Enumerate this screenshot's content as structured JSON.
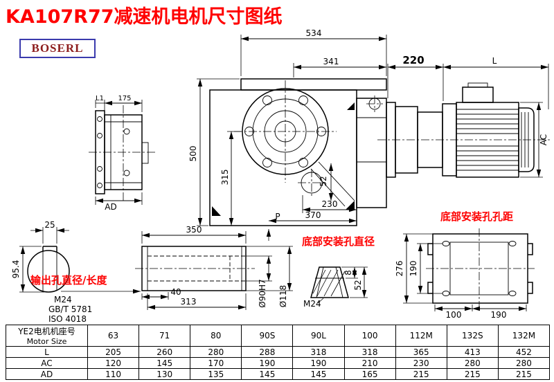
{
  "page": {
    "title": "KA107R77减速机电机尺寸图纸",
    "brand": "BOSERL"
  },
  "annotations": {
    "output_hole": "输出孔直径/长度",
    "bottom_hole_diameter": "底部安装孔直径",
    "bottom_hole_pitch": "底部安装孔孔距"
  },
  "dimensions": {
    "top_width": "534",
    "inner_width": "341",
    "motor_flange_offset": "220",
    "motor_length": "L",
    "total_height": "500",
    "center_height": "315",
    "shaft_offset": "52",
    "base_width_inner": "230",
    "base_width": "370",
    "p_mark": "P",
    "motor_diameter": "AC",
    "side_l1": "L1",
    "side_width": "175",
    "side_ad": "AD",
    "key_width": "25",
    "bore_key_height": "95.4",
    "shaft_length": "350",
    "shaft_step": "40",
    "shaft_bore_depth": "313",
    "end_thread": "M24",
    "thread_std_gb": "GB/T 5781",
    "thread_std_iso": "ISO 4018",
    "bore_diameter": "Ø90H7",
    "shaft_outer_diameter": "Ø118",
    "hole_depth_8": "8",
    "hole_depth_52": "52",
    "hole_thread": "M24",
    "base_length": "276",
    "hole_pitch_v": "190",
    "hole_pitch_100": "100",
    "hole_pitch_190": "190"
  },
  "table": {
    "header_cn": "YE2电机机座号",
    "header_en": "Motor Size",
    "columns": [
      "63",
      "71",
      "80",
      "90S",
      "90L",
      "100",
      "112M",
      "132S",
      "132M"
    ],
    "rows": [
      {
        "label": "L",
        "values": [
          "205",
          "260",
          "280",
          "288",
          "318",
          "318",
          "365",
          "413",
          "452"
        ]
      },
      {
        "label": "AC",
        "values": [
          "120",
          "145",
          "170",
          "190",
          "190",
          "210",
          "230",
          "280",
          "280"
        ]
      },
      {
        "label": "AD",
        "values": [
          "110",
          "130",
          "135",
          "145",
          "145",
          "165",
          "215",
          "215",
          "215"
        ]
      }
    ]
  },
  "colors": {
    "accent_red": "#ff0000",
    "brand_text": "#8c1c1c",
    "brand_border": "#3a3aad",
    "line": "#000000"
  }
}
